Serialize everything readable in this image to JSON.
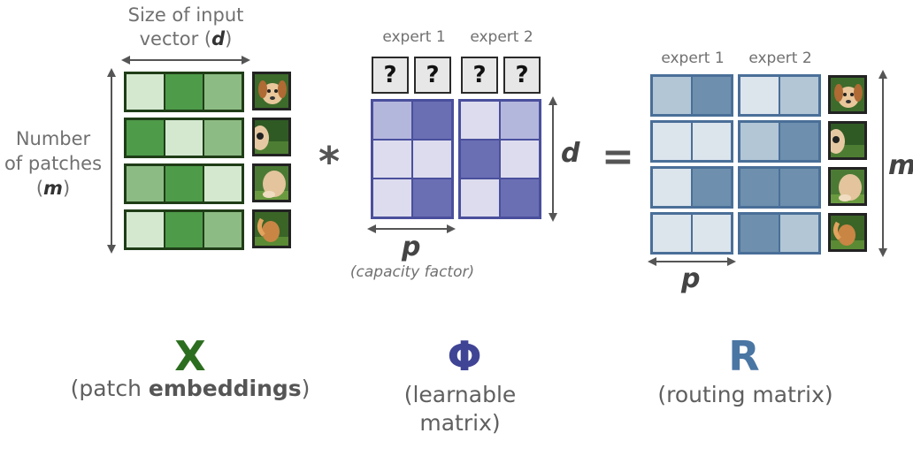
{
  "x_block": {
    "size_label_line1": "Size of input",
    "size_label_line2_pre": "vector (",
    "size_label_var": "d",
    "size_label_line2_post": ")",
    "rows_label_line1": "Number",
    "rows_label_line2": "of patches",
    "rows_label_pre": "(",
    "rows_label_var": "m",
    "rows_label_post": ")",
    "letter": "X",
    "caption_pre": "(patch ",
    "caption_bold": "embeddings",
    "caption_post": ")",
    "letter_color": "#2c6e1f",
    "cell_colors": [
      [
        "#d4e8d0",
        "#4e9b4a",
        "#8dbb84"
      ],
      [
        "#4e9b4a",
        "#d4e8d0",
        "#8dbb84"
      ],
      [
        "#8dbb84",
        "#4e9b4a",
        "#d4e8d0"
      ],
      [
        "#d4e8d0",
        "#4e9b4a",
        "#8dbb84"
      ]
    ]
  },
  "operators": {
    "multiply": "*",
    "equals": "="
  },
  "phi_block": {
    "expert1_label": "expert 1",
    "expert2_label": "expert 2",
    "question_mark": "?",
    "d_label": "d",
    "p_label": "p",
    "capacity_label": "(capacity factor)",
    "letter": "Φ",
    "caption_line1": "(learnable",
    "caption_line2": "matrix)",
    "letter_color": "#3f4495",
    "cell_colors": [
      [
        "#b4b7dc",
        "#6a6fb4",
        "#dcdcee",
        "#b4b7dc"
      ],
      [
        "#dcdcee",
        "#dcdcee",
        "#6a6fb4",
        "#dcdcee"
      ],
      [
        "#dcdcee",
        "#6a6fb4",
        "#dcdcee",
        "#6a6fb4"
      ]
    ]
  },
  "r_block": {
    "expert1_label": "expert 1",
    "expert2_label": "expert 2",
    "p_label": "p",
    "m_label": "m",
    "letter": "R",
    "caption": "(routing matrix)",
    "letter_color": "#4a76a3",
    "cell_colors": [
      [
        "#b2c6d6",
        "#6e90ae",
        "#dce4ec",
        "#b2c6d6"
      ],
      [
        "#dce4ec",
        "#dce4ec",
        "#b2c6d6",
        "#6e90ae"
      ],
      [
        "#dce4ec",
        "#6e90ae",
        "#6e90ae",
        "#6e90ae"
      ],
      [
        "#dce4ec",
        "#dce4ec",
        "#6e90ae",
        "#b2c6d6"
      ]
    ]
  }
}
